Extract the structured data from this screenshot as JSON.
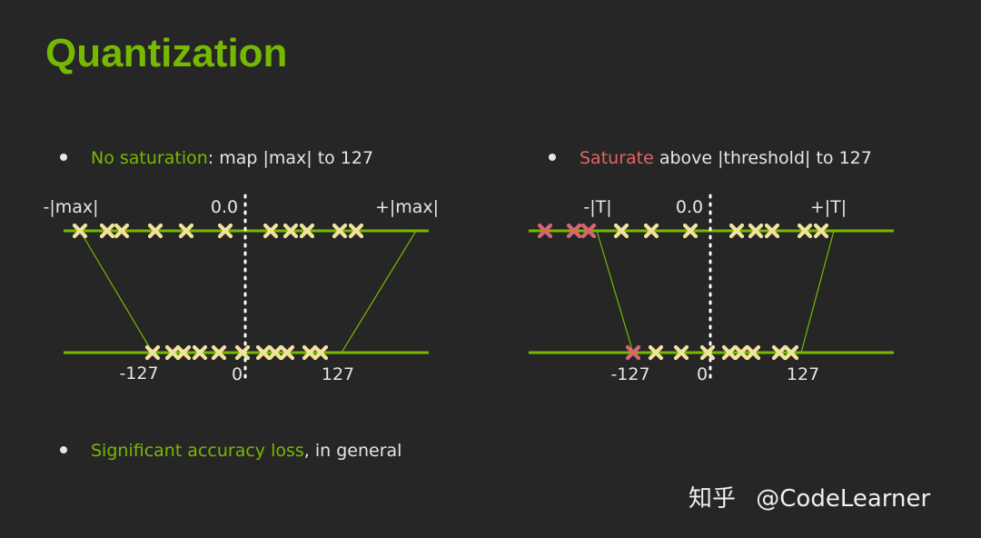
{
  "slide": {
    "title": "Quantization",
    "bullet_left": {
      "highlight": "No saturation",
      "rest": ": map |max| to 127"
    },
    "bullet_right": {
      "highlight": "Saturate",
      "rest": " above |threshold| to 127"
    },
    "bullet_bottom": {
      "highlight": "Significant accuracy loss",
      "rest": ", in general"
    }
  },
  "diagram_left": {
    "top_labels": {
      "neg": "-|max|",
      "zero": "0.0",
      "pos": "+|max|"
    },
    "bottom_labels": {
      "neg": "-127",
      "zero": "0",
      "pos": "127"
    }
  },
  "diagram_right": {
    "top_labels": {
      "neg": "-|T|",
      "zero": "0.0",
      "pos": "+|T|"
    },
    "bottom_labels": {
      "neg": "-127",
      "zero": "0",
      "pos": "127"
    }
  },
  "watermark": {
    "site": "知乎",
    "handle": "@CodeLearner"
  },
  "colors": {
    "accent": "#76b900",
    "marker": "#f2e39b",
    "saturated": "#d9666f"
  }
}
